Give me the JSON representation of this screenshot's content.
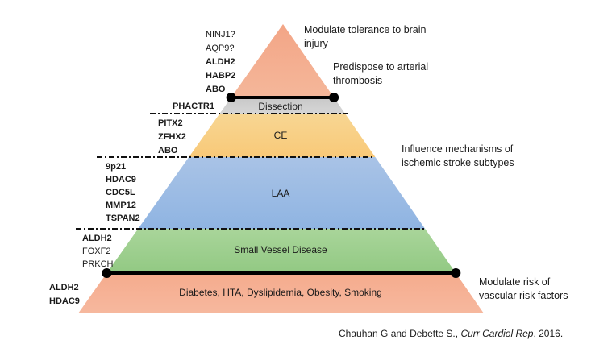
{
  "title": "Genetic pyramid of stroke",
  "layers": [
    {
      "id": "top",
      "label": "",
      "color_top": "#f3a586",
      "color_bottom": "#f4b79a"
    },
    {
      "id": "dissection",
      "label": "Dissection",
      "color_top": "#c8c8c8",
      "color_bottom": "#d6d6d6"
    },
    {
      "id": "ce",
      "label": "CE",
      "color_top": "#f7d693",
      "color_bottom": "#f9c978"
    },
    {
      "id": "laa",
      "label": "LAA",
      "color_top": "#a9c3e6",
      "color_bottom": "#8fb4e2"
    },
    {
      "id": "svd",
      "label": "Small Vessel Disease",
      "color_top": "#a9d59a",
      "color_bottom": "#92c983"
    },
    {
      "id": "risk",
      "label": "Diabetes, HTA, Dyslipidemia, Obesity, Smoking",
      "color_top": "#f5ab8d",
      "color_bottom": "#f6b89e"
    }
  ],
  "gene_groups": [
    {
      "layer": "top",
      "genes": [
        {
          "name": "NINJ1?",
          "bold": false
        },
        {
          "name": "AQP9?",
          "bold": false
        },
        {
          "name": "ALDH2",
          "bold": true
        },
        {
          "name": "HABP2",
          "bold": true
        },
        {
          "name": "ABO",
          "bold": true
        }
      ]
    },
    {
      "layer": "dissection",
      "genes": [
        {
          "name": "PHACTR1",
          "bold": true
        }
      ]
    },
    {
      "layer": "ce",
      "genes": [
        {
          "name": "PITX2",
          "bold": true
        },
        {
          "name": "ZFHX2",
          "bold": true
        },
        {
          "name": "ABO",
          "bold": true
        }
      ]
    },
    {
      "layer": "laa",
      "genes": [
        {
          "name": "9p21",
          "bold": true
        },
        {
          "name": "HDAC9",
          "bold": true
        },
        {
          "name": "CDC5L",
          "bold": true
        },
        {
          "name": "MMP12",
          "bold": true
        },
        {
          "name": "TSPAN2",
          "bold": true
        }
      ]
    },
    {
      "layer": "svd",
      "genes": [
        {
          "name": "ALDH2",
          "bold": true
        },
        {
          "name": "FOXF2",
          "bold": false
        },
        {
          "name": "PRKCH",
          "bold": false
        }
      ]
    },
    {
      "layer": "risk",
      "genes": [
        {
          "name": "ALDH2",
          "bold": true
        },
        {
          "name": "HDAC9",
          "bold": true
        }
      ]
    }
  ],
  "annotations": {
    "tolerance": [
      "Modulate tolerance to brain",
      "injury"
    ],
    "thrombosis": [
      "Predispose to arterial",
      "thrombosis"
    ],
    "subtypes": [
      "Influence mechanisms of",
      "ischemic stroke subtypes"
    ],
    "risk": [
      "Modulate risk of",
      "vascular risk factors"
    ]
  },
  "citation": {
    "authors": "Chauhan G and Debette S., ",
    "journal": "Curr Cardiol Rep",
    "year": ", 2016."
  }
}
